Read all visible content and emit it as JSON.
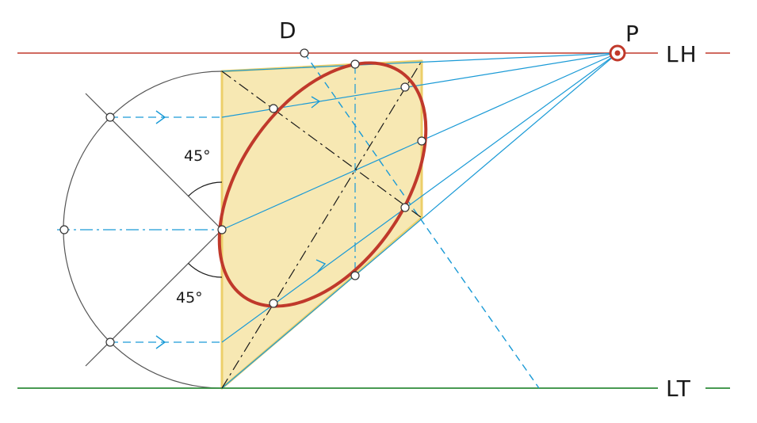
{
  "labels": {
    "point_d": "D",
    "point_p": "P",
    "horizon_line": "LH",
    "ground_line": "LT",
    "angle_upper": "45°",
    "angle_lower": "45°"
  },
  "colors": {
    "horizon_line": "#c0392b",
    "ground_line": "#2e8b3a",
    "ellipse": "#c0392b",
    "projection_rays": "#1a9ad6",
    "square_fill": "#f6e4a6",
    "square_edge": "#eccf6a",
    "construction": "#555555"
  }
}
